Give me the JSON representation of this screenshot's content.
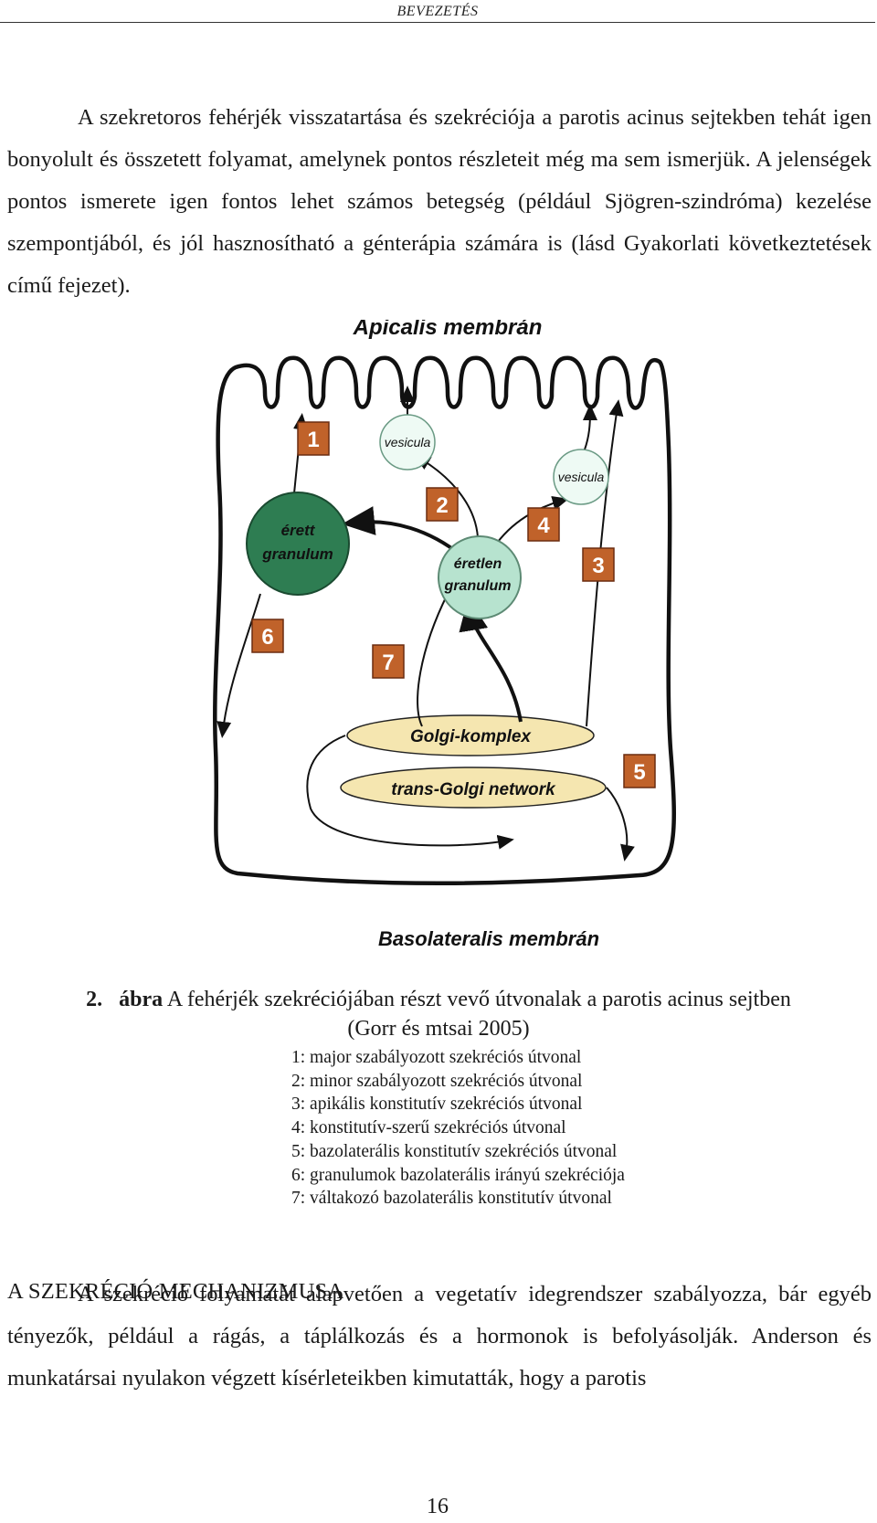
{
  "header": {
    "running_title": "BEVEZETÉS"
  },
  "paragraphs": {
    "p1": "A szekretoros fehérjék visszatartása és szekréciója a parotis acinus sejtekben tehát igen bonyolult és összetett folyamat, amelynek pontos részleteit még ma sem ismerjük. A jelenségek pontos ismerete igen fontos lehet számos betegség (például Sjögren-szindróma) kezelése szempontjából, és jól hasznosítható a génterápia számára is (lásd Gyakorlati következtetések című fejezet).",
    "p2": "A szekréció folyamatát alapvetően a vegetatív idegrendszer szabályozza, bár egyéb tényezők, például a rágás, a táplálkozás és a hormonok is befolyásolják. Anderson és munkatársai nyulakon végzett kísérleteikben kimutatták, hogy a parotis"
  },
  "figure": {
    "apical_label": "Apicalis membrán",
    "basolateral_label": "Basolateralis membrán",
    "mature_granule": [
      "érett",
      "granulum"
    ],
    "immature_granule": [
      "éretlen",
      "granulum"
    ],
    "vesicle_1": "vesicula",
    "vesicle_2": "vesicula",
    "golgi": "Golgi-komplex",
    "tgn": "trans-Golgi network",
    "pathway_numbers": [
      "1",
      "2",
      "3",
      "4",
      "5",
      "6",
      "7"
    ],
    "colors": {
      "number_box": "#c0622a",
      "mature_granule": "#2e7d52",
      "immature_granule": "#b7e3cf",
      "vesicle": "#eefaf4",
      "golgi": "#f5e6b0"
    }
  },
  "caption": {
    "number": "2.",
    "label": "ábra",
    "text": "A fehérjék szekréciójában részt vevő útvonalak a parotis acinus sejtben",
    "source": "(Gorr és mtsai 2005)"
  },
  "legend": [
    "1: major szabályozott szekréciós útvonal",
    "2: minor szabályozott szekréciós útvonal",
    "3: apikális konstitutív szekréciós útvonal",
    "4: konstitutív-szerű szekréciós útvonal",
    "5: bazolaterális konstitutív szekréciós útvonal",
    "6: granulumok bazolaterális irányú szekréciója",
    "7: váltakozó bazolaterális konstitutív útvonal"
  ],
  "section": {
    "title": "A SZEKRÉCIÓ MECHANIZMUSA"
  },
  "page_number": "16"
}
